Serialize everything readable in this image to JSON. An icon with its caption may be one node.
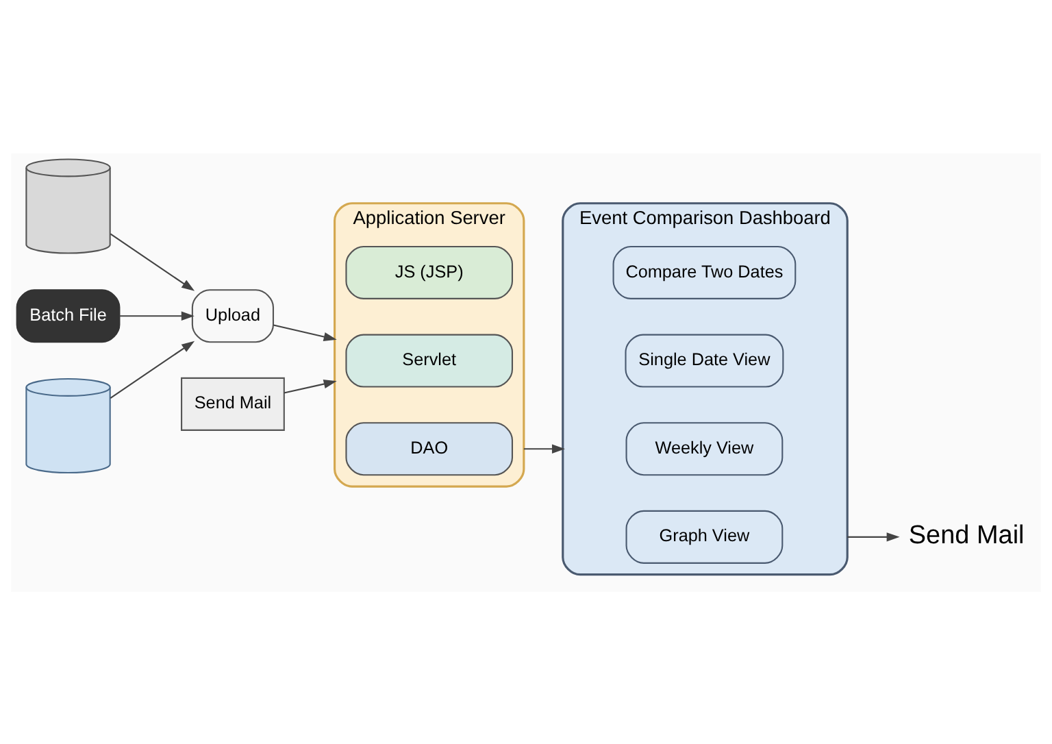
{
  "diagram": {
    "nodes": [
      {
        "text": [],
        "shape": "cylinder"
      },
      {
        "text": [
          "Batch File"
        ]
      },
      {
        "text": [],
        "shape": "cylinder"
      },
      {
        "text": [
          "Upload"
        ]
      },
      {
        "text": [
          "Application Server"
        ]
      },
      {
        "text": [
          "JS (JSP)"
        ],
        "in": 4
      },
      {
        "text": [
          "Servlet"
        ],
        "in": 4
      },
      {
        "text": [
          "DAO"
        ],
        "in": 4
      },
      {
        "text": [
          "Send Mail"
        ]
      },
      {
        "text": [
          "Event Comparison Dashboard"
        ]
      },
      {
        "text": [
          "Compare Two Dates"
        ],
        "in": 9
      },
      {
        "text": [
          "Single Date View"
        ],
        "in": 9
      },
      {
        "text": [
          "Weekly View"
        ],
        "in": 9
      },
      {
        "text": [
          "Graph View"
        ],
        "in": 9
      },
      {
        "text": [
          "Send Mail"
        ]
      }
    ],
    "edges": [
      {
        "from": 0,
        "to": 3,
        "arrow": "to"
      },
      {
        "from": 1,
        "to": 3,
        "arrow": "to"
      },
      {
        "from": 2,
        "to": 3,
        "arrow": "to"
      },
      {
        "from": 3,
        "to": 4,
        "arrow": "to"
      },
      {
        "from": 8,
        "to": 4,
        "arrow": "to"
      },
      {
        "from": 4,
        "to": 9,
        "arrow": "to"
      },
      {
        "from": 9,
        "to": 14,
        "arrow": "to"
      }
    ]
  }
}
